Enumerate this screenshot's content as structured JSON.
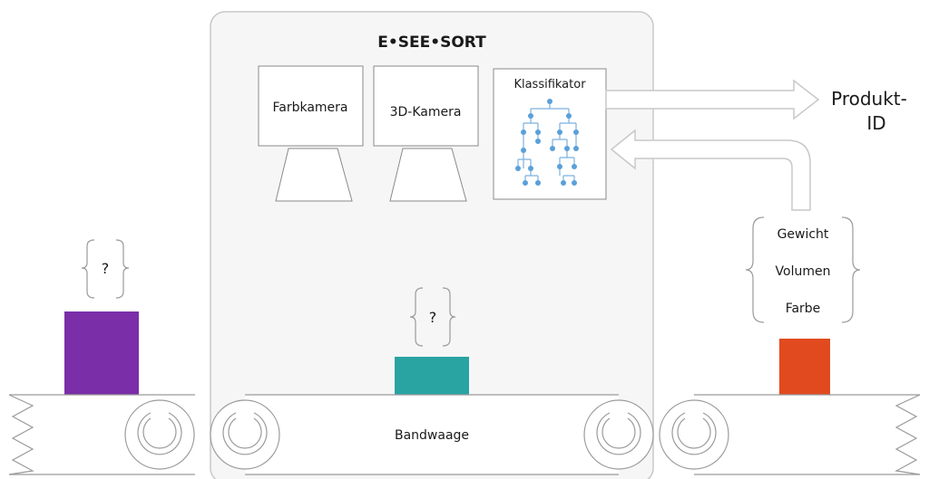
{
  "title": "E•SEE•SORT",
  "cameras": [
    {
      "label": "Farbkamera"
    },
    {
      "label": "3D-Kamera"
    }
  ],
  "classifier": {
    "label": "Klassifikator"
  },
  "output": {
    "line1": "Produkt-",
    "line2": "ID"
  },
  "properties": [
    "Gewicht",
    "Volumen",
    "Farbe"
  ],
  "unknown_marker": "?",
  "belt_label": "Bandwaage",
  "colors": {
    "box_left": "#7a2ea8",
    "box_center": "#2aa3a3",
    "box_right": "#e14a1e",
    "tree_nodes": "#5aa0d8",
    "frame_stroke": "#c8c8c8",
    "arrow_stroke": "#c8c8c8"
  }
}
